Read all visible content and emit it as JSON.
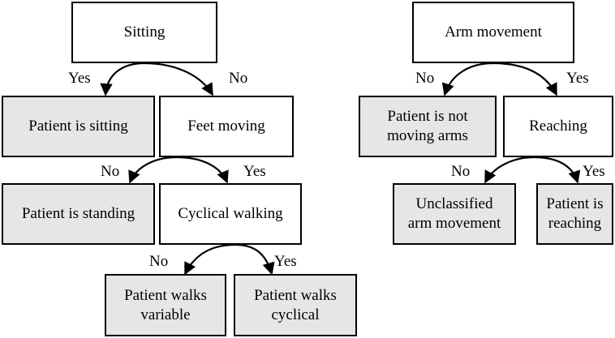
{
  "left_tree": {
    "sitting": "Sitting",
    "sitting_yes": "Yes",
    "sitting_no": "No",
    "patient_sitting": "Patient is sitting",
    "feet_moving": "Feet moving",
    "feet_no": "No",
    "feet_yes": "Yes",
    "patient_standing": "Patient is standing",
    "cyclical_walking": "Cyclical walking",
    "walk_no": "No",
    "walk_yes": "Yes",
    "walks_variable": [
      "Patient walks",
      "variable"
    ],
    "walks_cyclical": [
      "Patient walks",
      "cyclical"
    ]
  },
  "right_tree": {
    "arm_movement": "Arm movement",
    "arm_no": "No",
    "arm_yes": "Yes",
    "not_moving_arms": [
      "Patient is not",
      "moving arms"
    ],
    "reaching": "Reaching",
    "reach_no": "No",
    "reach_yes": "Yes",
    "unclassified": [
      "Unclassified",
      "arm movement"
    ],
    "patient_reaching": [
      "Patient is",
      "reaching"
    ]
  },
  "colors": {
    "decision_fill": "#ffffff",
    "leaf_fill": "#e6e6e6",
    "line": "#000000"
  }
}
